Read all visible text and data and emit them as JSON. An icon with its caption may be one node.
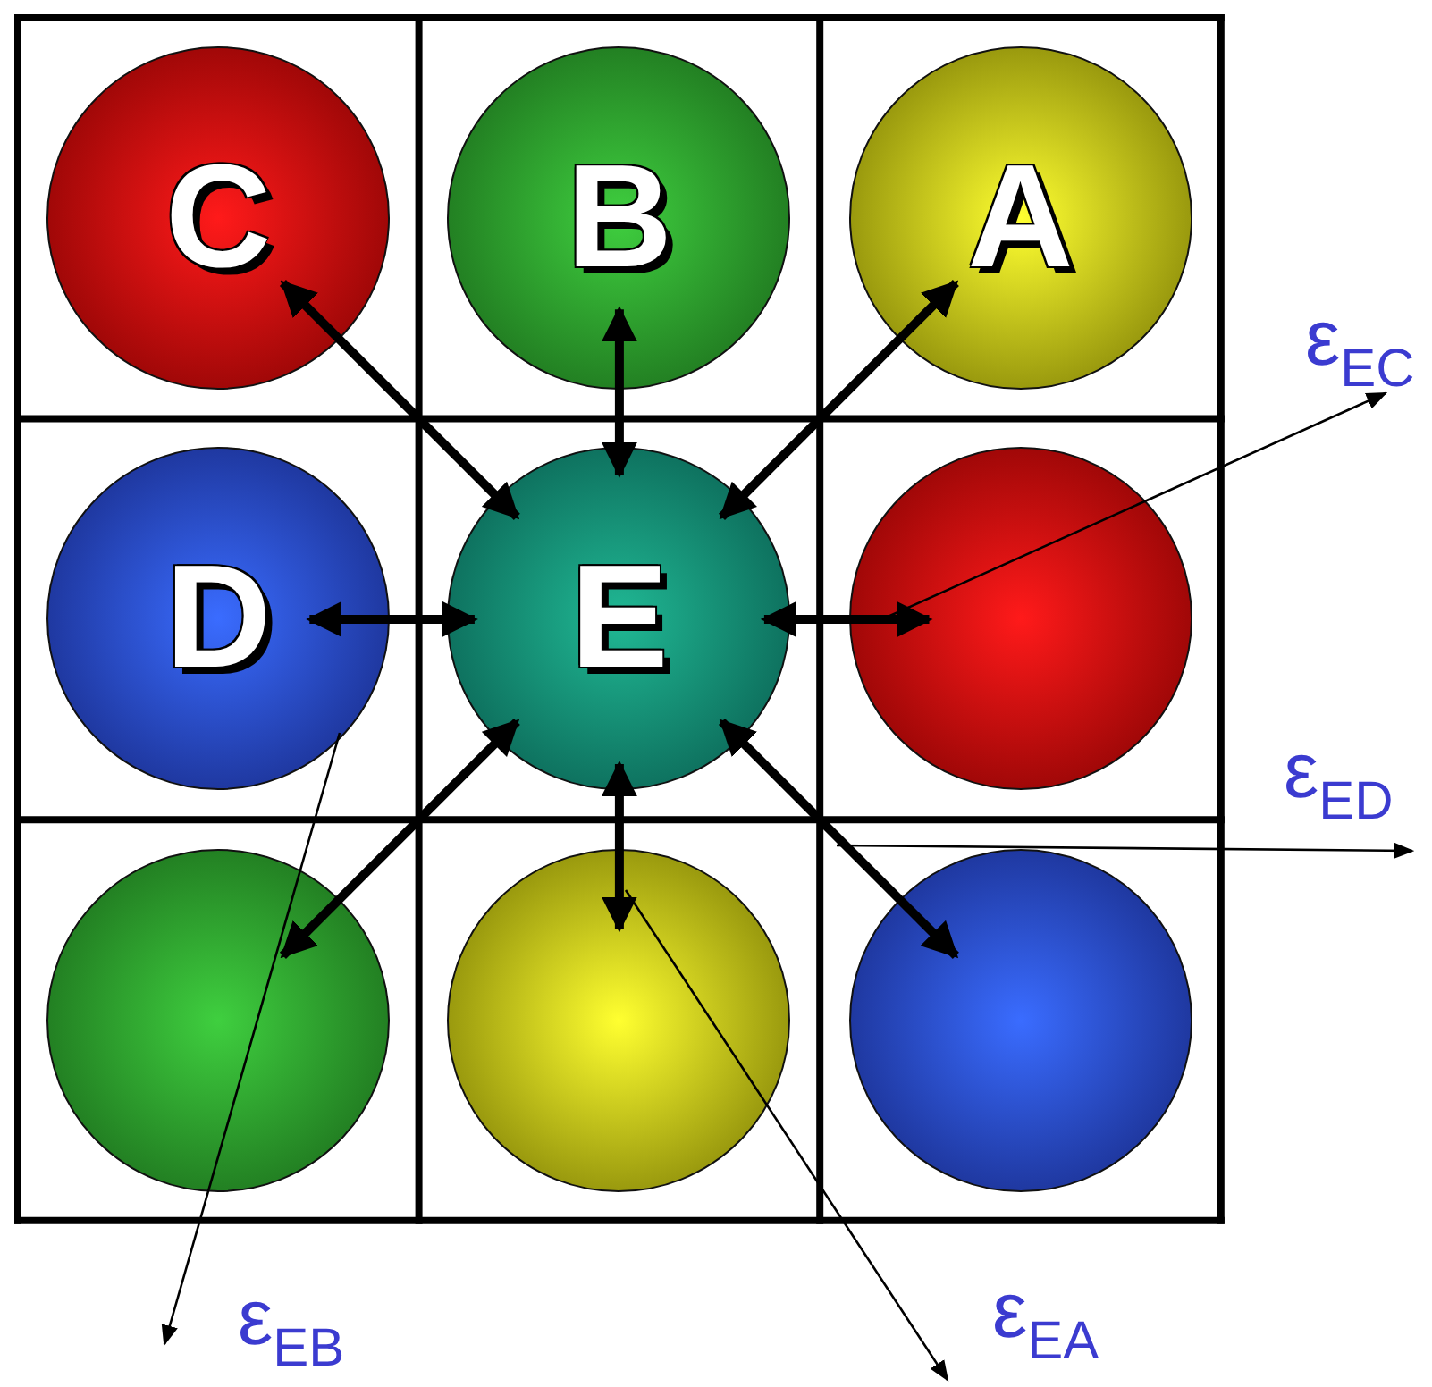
{
  "diagram": {
    "nodes": [
      {
        "text": [
          "C"
        ]
      },
      {
        "text": [
          "B"
        ]
      },
      {
        "text": [
          "A"
        ]
      },
      {
        "text": [
          "D"
        ]
      },
      {
        "text": [
          "E"
        ]
      },
      {
        "text": [],
        "shape": "circle"
      },
      {
        "text": [],
        "shape": "circle"
      },
      {
        "text": [],
        "shape": "circle"
      },
      {
        "text": [],
        "shape": "circle"
      }
    ],
    "edges": [
      {
        "from": 4,
        "to": 0,
        "arrow": "both"
      },
      {
        "from": 4,
        "to": 1,
        "arrow": "both"
      },
      {
        "from": 4,
        "to": 2,
        "arrow": "both"
      },
      {
        "from": 4,
        "to": 3,
        "arrow": "both"
      },
      {
        "from": 4,
        "to": 5,
        "arrow": "both"
      },
      {
        "from": 4,
        "to": 6,
        "arrow": "both"
      },
      {
        "from": 4,
        "to": 7,
        "arrow": "both"
      },
      {
        "from": 4,
        "to": 8,
        "arrow": "both"
      }
    ],
    "labels": [
      "ε$_{EC}$",
      "ε$_{ED}$",
      "ε$_{EB}$",
      "ε$_{EA}$"
    ]
  }
}
